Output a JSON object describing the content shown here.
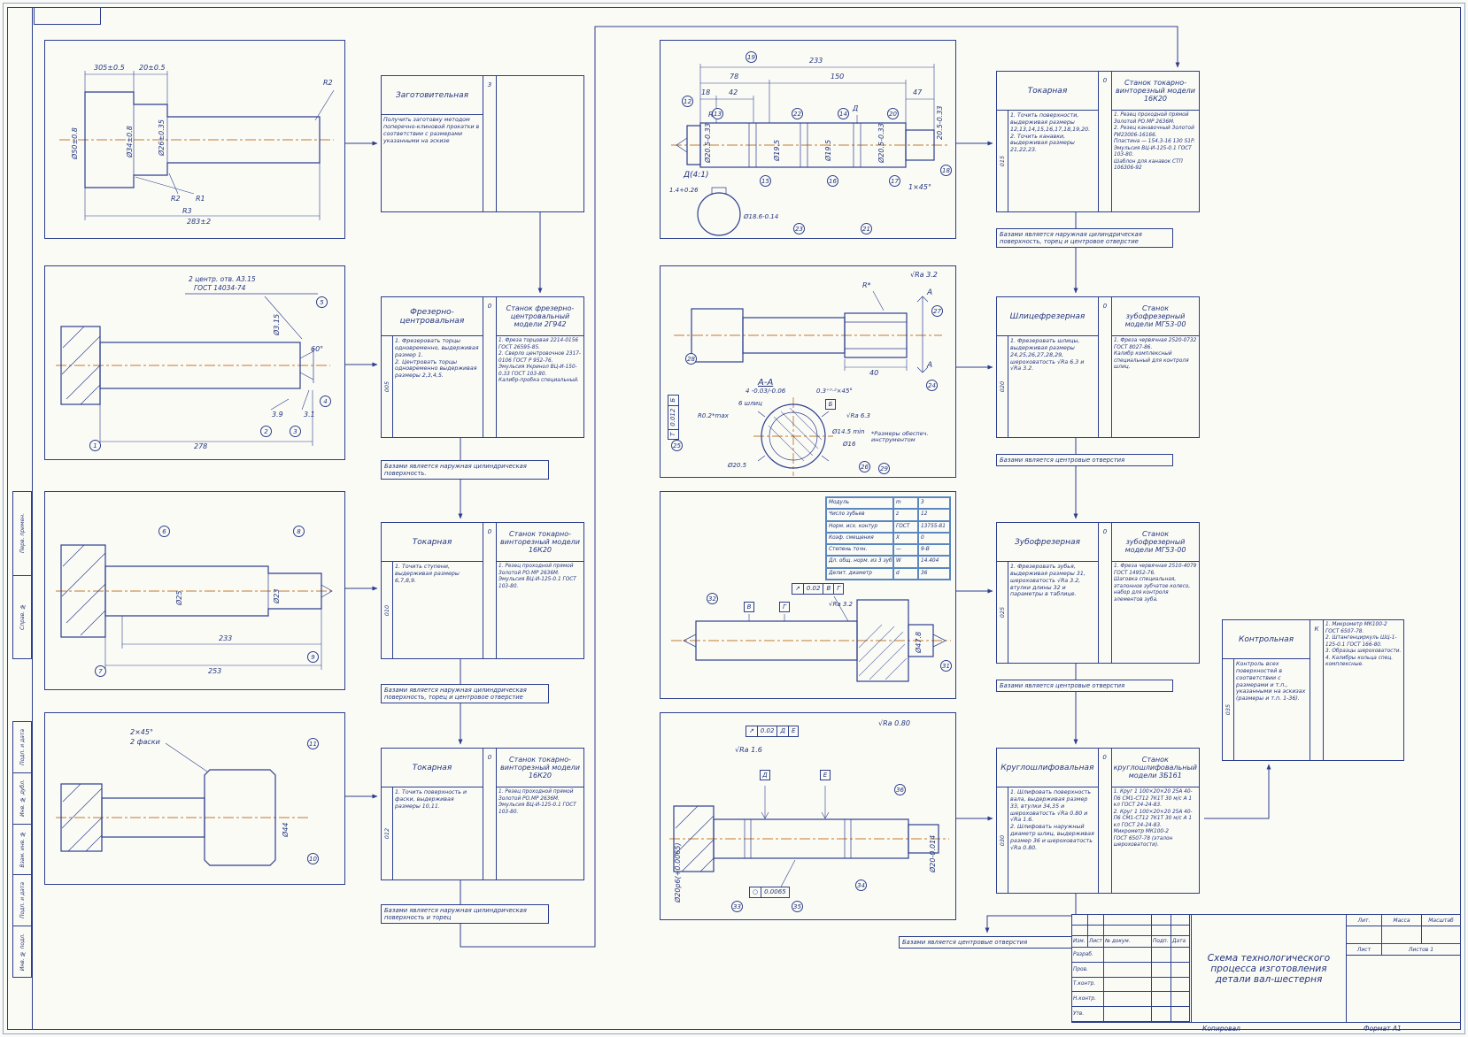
{
  "page": {
    "copied_label": "Копировал",
    "format_label": "Формат",
    "format_value": "А1"
  },
  "frame": {
    "top_labels": [
      "Перв. примен.",
      "Справ. №"
    ],
    "bottom_labels": [
      "Подп. и дата",
      "Инв. № дубл.",
      "Взам. инв. №",
      "Подп. и дата",
      "Инв. № подл."
    ]
  },
  "ops": [
    {
      "num": "",
      "name": "Заготовительная",
      "steps": "Получить заготовку методом поперечно-клиновой прокатки в соответствии с размерами указанными на эскизе",
      "aux": "3",
      "machine": "",
      "tools": ""
    },
    {
      "num": "005",
      "name": "Фрезерно-центровальная",
      "steps": "1. Фрезеровать торцы одновременно, выдерживая размер 1.\n2. Центровать торцы одновременно выдерживая размеры 2,3,4,5.",
      "aux": "0",
      "machine": "Станок фрезерно-центровальный модели 2Г942",
      "tools": "1. Фреза торцовая 2214-0156 ГОСТ 26595-85.\n2. Сверло центровочное 2317-0106 ГОСТ Р 952-76.\nЭмульсия Укринол ВЦ-И-150-0.33 ГОСТ 103-80.\nКалибр-пробка специальный.",
      "note": "Базами является наружная цилиндрическая поверхность."
    },
    {
      "num": "010",
      "name": "Токарная",
      "steps": "1. Точить ступени, выдерживая размеры 6,7,8,9.",
      "aux": "0",
      "machine": "Станок токарно-винторезный модели 16К20",
      "tools": "1. Резец проходной прямой Золотой РО.МР 2636М.\nЭмульсия ВЦ-И-125-0.1 ГОСТ 103-80.",
      "note": "Базами является наружная цилиндрическая поверхность, торец и центровое отверстие"
    },
    {
      "num": "012",
      "name": "Токарная",
      "steps": "1. Точить поверхность и фаски, выдерживая размеры 10,11.",
      "aux": "0",
      "machine": "Станок токарно-винторезный модели 16К20",
      "tools": "1. Резец проходной прямой Золотой РО.МР 2636М.\nЭмульсия ВЦ-И-125-0.1 ГОСТ 103-80.",
      "note": "Базами является наружная цилиндрическая поверхность и торец"
    },
    {
      "num": "015",
      "name": "Токарная",
      "steps": "1. Точить поверхности, выдерживая размеры 12,13,14,15,16,17,18,19,20.\n2. Точить канавки, выдерживая размеры 21,22,23.",
      "aux": "0",
      "machine": "Станок токарно-винторезный модели 16К20",
      "tools": "1. Резец проходной прямой Золотой РО.МР 2636М.\n2. Резец канавочный Золотой РИ23006-16166.\nПластина — 154.3-16 130 S1P.\nЭмульсия ВЦ-И-125-0.1 ГОСТ 103-80.\nШаблон для канавок СТП 106306-92",
      "note": "Базами является наружная цилиндрическая поверхность, торец и центровое отверстие"
    },
    {
      "num": "020",
      "name": "Шлицефрезерная",
      "steps": "1. Фрезеровать шлицы, выдерживая размеры 24,25,26,27,28,29, шероховатость √Ra 6.3 и √Ra 3.2.",
      "aux": "0",
      "machine": "Станок зубофрезерный модели МГ53-00",
      "tools": "1. Фреза червячная 2520-0732 ГОСТ 8027-86.\nКалибр комплексный специальный для контроля шлиц.",
      "note": "Базами является центровые отверстия"
    },
    {
      "num": "025",
      "name": "Зубофрезерная",
      "steps": "1. Фрезеровать зубья, выдерживая размеры 31, шероховатость √Ra 3.2, втулки длины 32 и параметры в таблице.",
      "aux": "0",
      "machine": "Станок зубофрезерный модели МГ53-00",
      "tools": "1. Фреза червячная 2510-4079 ГОСТ 14952-76.\nШаговка специальная, эталонное зубчатое колесо, набор для контроля элементов зуба.",
      "note": "Базами является центровые отверстия"
    },
    {
      "num": "030",
      "name": "Круглошлифовальная",
      "steps": "1. Шлифовать поверхность вала, выдерживая размер 33, втулки 34,35 и шероховатость √Ra 0.80 и √Ra 1.6.\n2. Шлифовать наружный диаметр шлиц, выдерживая размер 36 и шероховатость √Ra 0.80.",
      "aux": "0",
      "machine": "Станок круглошлифовальный модели 3Б161",
      "tools": "1. Круг 1 100×20×20 25А 40-П6 СМ1-СТ12 7К1Т 30 м/с А 1 кл ГОСТ 24-24-83.\n2. Круг 1 100×20×20 25А 40-П6 СМ1-СТ12 7К1Т 30 м/с А 1 кл ГОСТ 24-24-83.\nМикрометр МК100-2\nГОСТ 6507-78 (эталон шероховатости).",
      "note": "Базами является центровые отверстия"
    },
    {
      "num": "035",
      "name": "Контрольная",
      "steps": "Контроль всех поверхностей в соответствии с размерами и т.п., указанными на эскизах (размеры и т.п. 1-36).",
      "aux": "К",
      "machine": "",
      "tools": "1. Микрометр МК100-2 ГОСТ 6507-78.\n2. Штангенциркуль ШЦ-1-125-0.1 ГОСТ 166-80.\n3. Образцы шероховатости.\n4. Калибры кольца спец. комплексные."
    }
  ],
  "sketches": {
    "s1": {
      "d_len1": "305±0.5",
      "d_len2": "20±0.5",
      "d_dia1": "Ø50±0.8",
      "d_dia2": "Ø34±0.8",
      "d_dia3": "Ø26±0.35",
      "r_top": "R2",
      "r_b1": "R2",
      "r_b2": "R1",
      "r_b3": "R3",
      "d_overall": "283±2"
    },
    "s2": {
      "note1": "2 центр. отв. А3.15",
      "note2": "ГОСТ 14034-74",
      "d_dia": "Ø3.15",
      "angle": "60°",
      "d_a": "3.9",
      "d_b": "3.1",
      "d_overall": "278",
      "balloons": [
        "5",
        "2",
        "3",
        "4",
        "1"
      ]
    },
    "s3": {
      "d_dia1": "Ø25",
      "d_dia2": "Ø23",
      "d_l1": "233",
      "d_l2": "253",
      "balloons": [
        "6",
        "8",
        "7",
        "9"
      ]
    },
    "s4": {
      "note1": "2×45°",
      "note2": "2 фаски",
      "d_dia": "Ø44",
      "balloons": [
        "11",
        "10"
      ]
    },
    "s5": {
      "d_overall": "233",
      "d_l1": "78",
      "d_l2": "150",
      "d_l3": "18",
      "d_l4": "42",
      "d_l5": "47",
      "d_dia1": "Ø20.5-0.33",
      "d_dia2": "Ø19.5",
      "d_dia3": "Ø19.5",
      "d_dia4": "Ø20.5-0.33",
      "d_dia5": "20.5-0.33",
      "r1": "R1",
      "view_flag": "Д",
      "chamfer": "1×45°",
      "detail_label": "Д(4:1)",
      "d_groove_w": "1.4+0.26",
      "d_groove_dia": "Ø18.6-0.14",
      "balloons": [
        "19",
        "13",
        "22",
        "14",
        "20",
        "15",
        "23",
        "16",
        "21",
        "17",
        "12",
        "18"
      ]
    },
    "s6": {
      "sec_label": "А",
      "sec_title": "А-А",
      "ra_top": "√Ra 3.2",
      "r_star": "R*",
      "d_len": "40",
      "chamfer": "0.3⁺⁰·²×45°",
      "d_width": "4 -0.03/-0.06",
      "spline_count": "6 шлиц",
      "r_max": "R0.2*max",
      "d_min": "Ø14.5 min",
      "d_16": "Ø16",
      "d_205": "Ø20.5",
      "ra_63": "√Ra 6.3",
      "datum": "Б",
      "tol": {
        "sym": "Т",
        "val": "0.012",
        "ref": "Б"
      },
      "note": "*Размеры обеспеч.\nинструментом",
      "balloons": [
        "28",
        "27",
        "24",
        "25",
        "26",
        "29"
      ]
    },
    "s7": {
      "tol": {
        "sym": "↗",
        "val": "0.02",
        "ref1": "В",
        "ref2": "Г"
      },
      "ra": "√Ra 3.2",
      "d_dia": "Ø47.8",
      "datum1": "В",
      "datum2": "Г",
      "balloons": [
        "32",
        "31"
      ]
    },
    "s8": {
      "tol1": {
        "sym": "↗",
        "val": "0.02",
        "ref1": "Д",
        "ref2": "Е"
      },
      "ra1": "√Ra 0.80",
      "ra2": "√Ra 1.6",
      "datum1": "Д",
      "datum2": "Е",
      "d_dia1": "Ø20-0.014",
      "tol2": {
        "sym": "○",
        "val": "0.0065"
      },
      "d_dia2": "Ø20р6(+0.0065)",
      "balloons": [
        "33",
        "34",
        "35",
        "36"
      ]
    }
  },
  "gear_table": {
    "rows": [
      [
        "Модуль",
        "m",
        "3"
      ],
      [
        "Число зубьев",
        "z",
        "12"
      ],
      [
        "Норм. исх. контур",
        "ГОСТ",
        "13755-81"
      ],
      [
        "Коэф. смещения",
        "X",
        "0"
      ],
      [
        "Степень точн.",
        "—",
        "9-В"
      ],
      [
        "Дл. общ. норм. из 3 зуб",
        "W",
        "14.404"
      ],
      [
        "Делит. диаметр",
        "d",
        "36"
      ]
    ]
  },
  "title_block": {
    "header_cols": [
      "Изм.",
      "Лист",
      "№ докум.",
      "Подп.",
      "Дата"
    ],
    "row_labels": [
      "Разраб.",
      "Пров.",
      "Т.контр.",
      "Н.контр.",
      "Утв."
    ],
    "title": "Схема технологического процесса изготовления детали вал-шестерня",
    "lit": "Лит.",
    "mass": "Масса",
    "scale": "Масштаб",
    "sheet": "Лист",
    "sheets": "Листов",
    "sheets_value": "1"
  }
}
